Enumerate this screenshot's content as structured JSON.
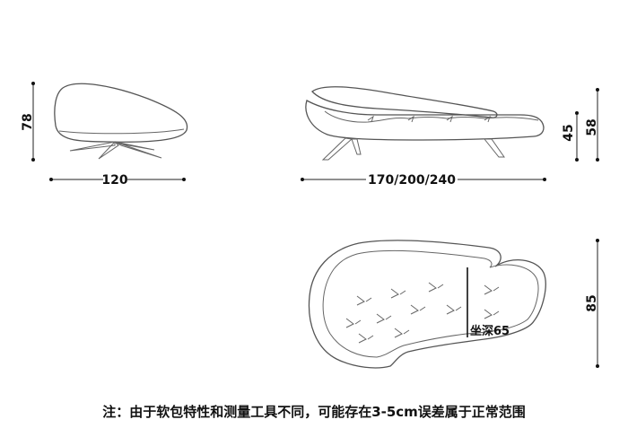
{
  "front_view": {
    "height_label": "78",
    "width_label": "120"
  },
  "side_view": {
    "length_label": "170/200/240",
    "seat_height_label": "45",
    "back_height_label": "58"
  },
  "top_view": {
    "depth_label": "85",
    "seat_depth_label": "坐深65"
  },
  "footer": {
    "note": "注：由于软包特性和测量工具不同，可能存在3-5cm误差属于正常范围"
  }
}
